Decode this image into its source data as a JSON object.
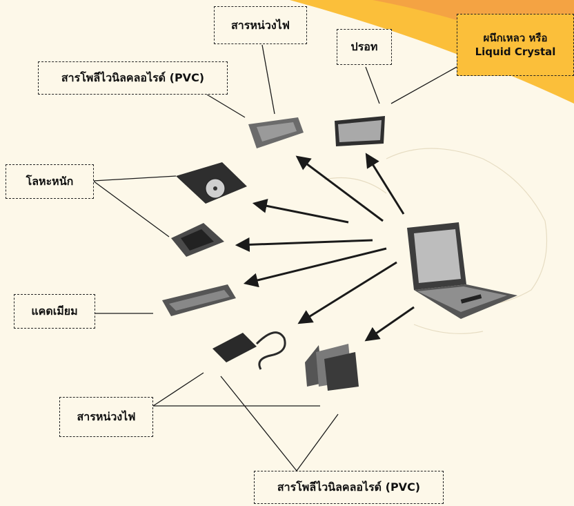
{
  "labels": {
    "pvc_top": "สารโพลีไวนิลคลอไรด์ (PVC)",
    "flame_top": "สารหน่วงไฟ",
    "lead": "ปรอท",
    "lcd_line1": "ผนึกเหลว หรือ",
    "lcd_line2": "Liquid Crystal",
    "heavy_metal": "โลหะหนัก",
    "cadmium": "แคดเมียม",
    "flame_bottom": "สารหน่วงไฟ",
    "pvc_bottom": "สารโพลีไวนิลคลอไรด์ (PVC)"
  },
  "components": [
    "laptop",
    "circuit-board",
    "lcd-panel",
    "hard-drive",
    "pc-card",
    "battery",
    "power-adapter",
    "plastic-casing"
  ],
  "colors": {
    "background": "#fdf8e9",
    "banner_orange": "#f4a343",
    "banner_yellow": "#fbbf3a",
    "ink": "#222222"
  }
}
